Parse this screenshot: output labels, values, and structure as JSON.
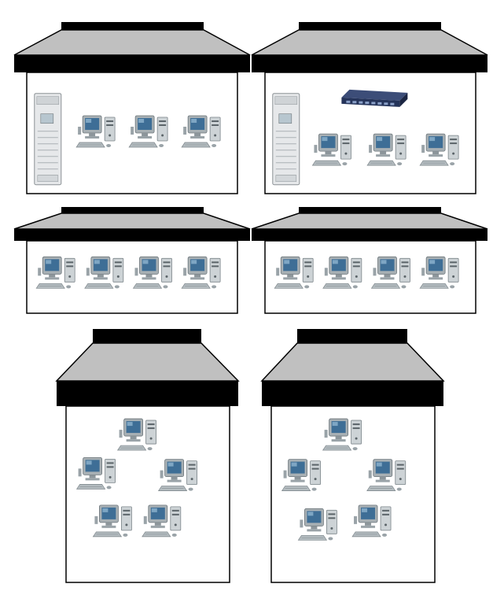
{
  "colors": {
    "background": "#ffffff",
    "roof_slope": "#c0c0c0",
    "roof_band": "#000000",
    "wall_fill": "#ffffff",
    "wall_stroke": "#000000",
    "monitor_body": "#a8b0b4",
    "screen": "#3e6e96",
    "tower": "#cdd3d6",
    "server": "#e6e8ea",
    "switch": "#25345a"
  },
  "buildings": [
    {
      "id": "building-1",
      "devices": [
        {
          "type": "server",
          "u": 0.1,
          "v": 0.55
        },
        {
          "type": "workstation",
          "u": 0.34,
          "v": 0.5
        },
        {
          "type": "workstation",
          "u": 0.59,
          "v": 0.5
        },
        {
          "type": "workstation",
          "u": 0.84,
          "v": 0.5
        }
      ]
    },
    {
      "id": "building-2",
      "devices": [
        {
          "type": "server",
          "u": 0.1,
          "v": 0.55
        },
        {
          "type": "switch",
          "u": 0.52,
          "v": 0.22
        },
        {
          "type": "workstation",
          "u": 0.33,
          "v": 0.65
        },
        {
          "type": "workstation",
          "u": 0.59,
          "v": 0.65
        },
        {
          "type": "workstation",
          "u": 0.84,
          "v": 0.65
        }
      ]
    },
    {
      "id": "building-3",
      "devices": [
        {
          "type": "workstation",
          "u": 0.15,
          "v": 0.46
        },
        {
          "type": "workstation",
          "u": 0.38,
          "v": 0.46
        },
        {
          "type": "workstation",
          "u": 0.61,
          "v": 0.46
        },
        {
          "type": "workstation",
          "u": 0.84,
          "v": 0.46
        }
      ]
    },
    {
      "id": "building-4",
      "devices": [
        {
          "type": "workstation",
          "u": 0.15,
          "v": 0.46
        },
        {
          "type": "workstation",
          "u": 0.38,
          "v": 0.46
        },
        {
          "type": "workstation",
          "u": 0.61,
          "v": 0.46
        },
        {
          "type": "workstation",
          "u": 0.84,
          "v": 0.46
        }
      ]
    },
    {
      "id": "building-5",
      "devices": [
        {
          "type": "workstation",
          "u": 0.45,
          "v": 0.17
        },
        {
          "type": "workstation",
          "u": 0.2,
          "v": 0.39
        },
        {
          "type": "workstation",
          "u": 0.7,
          "v": 0.4
        },
        {
          "type": "workstation",
          "u": 0.3,
          "v": 0.66
        },
        {
          "type": "workstation",
          "u": 0.6,
          "v": 0.66
        }
      ]
    },
    {
      "id": "building-6",
      "devices": [
        {
          "type": "workstation",
          "u": 0.45,
          "v": 0.17
        },
        {
          "type": "workstation",
          "u": 0.2,
          "v": 0.4
        },
        {
          "type": "workstation",
          "u": 0.72,
          "v": 0.4
        },
        {
          "type": "workstation",
          "u": 0.3,
          "v": 0.68
        },
        {
          "type": "workstation",
          "u": 0.63,
          "v": 0.66
        }
      ]
    }
  ]
}
